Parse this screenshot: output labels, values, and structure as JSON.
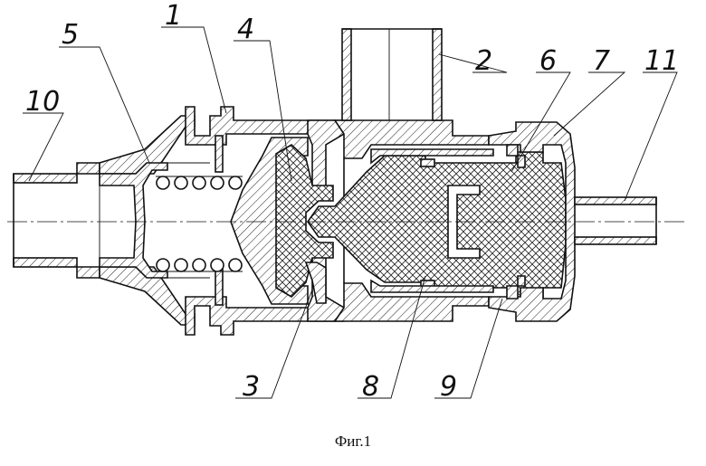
{
  "figure": {
    "caption": "Фиг.1",
    "callouts": [
      {
        "id": "c1",
        "label": "1"
      },
      {
        "id": "c2",
        "label": "2"
      },
      {
        "id": "c3",
        "label": "3"
      },
      {
        "id": "c4",
        "label": "4"
      },
      {
        "id": "c5",
        "label": "5"
      },
      {
        "id": "c6",
        "label": "6"
      },
      {
        "id": "c7",
        "label": "7"
      },
      {
        "id": "c8",
        "label": "8"
      },
      {
        "id": "c9",
        "label": "9"
      },
      {
        "id": "c10",
        "label": "10"
      },
      {
        "id": "c11",
        "label": "11"
      }
    ]
  }
}
